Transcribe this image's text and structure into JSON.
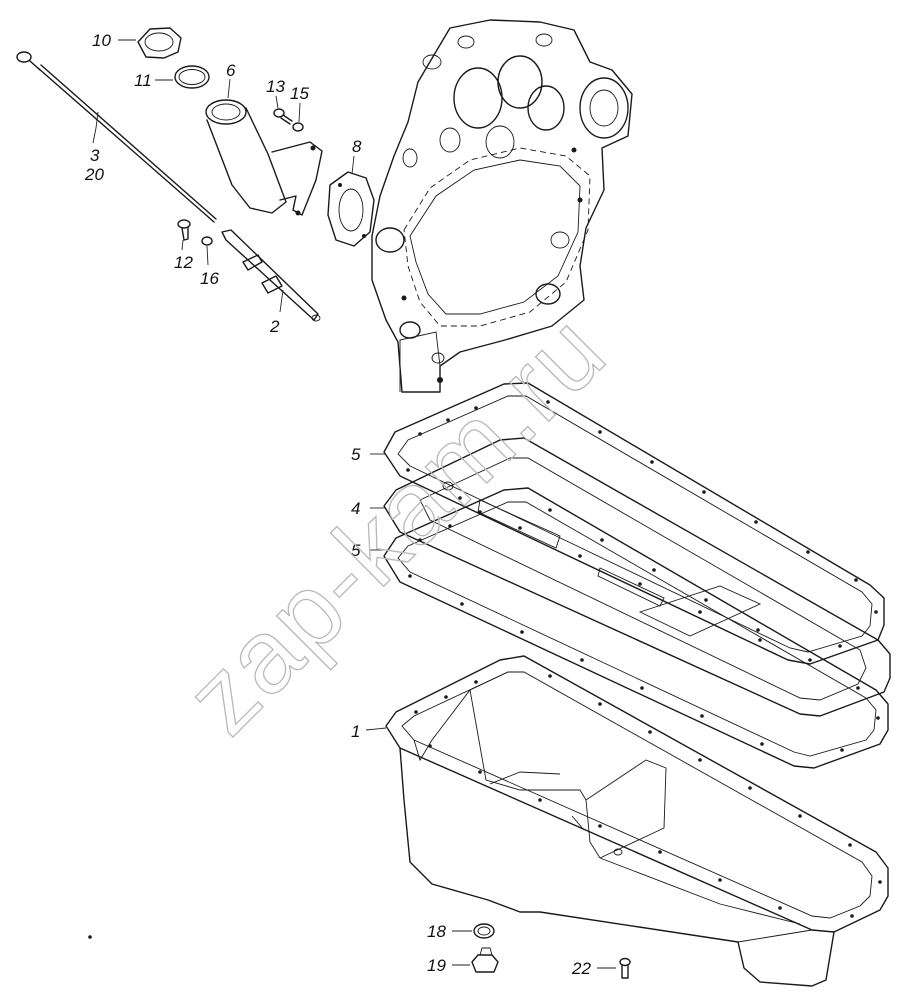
{
  "watermark": "zap-kam.ru",
  "callouts": {
    "c1": "1",
    "c2": "2",
    "c3": "3",
    "c20": "20",
    "c4": "4",
    "c5a": "5",
    "c5b": "5",
    "c6": "6",
    "c8": "8",
    "c10": "10",
    "c11": "11",
    "c12": "12",
    "c13": "13",
    "c15": "15",
    "c16": "16",
    "c18": "18",
    "c19": "19",
    "c22": "22"
  },
  "colors": {
    "line": "#1a1a1a",
    "watermark": "#b8b8b8",
    "background": "#ffffff"
  }
}
